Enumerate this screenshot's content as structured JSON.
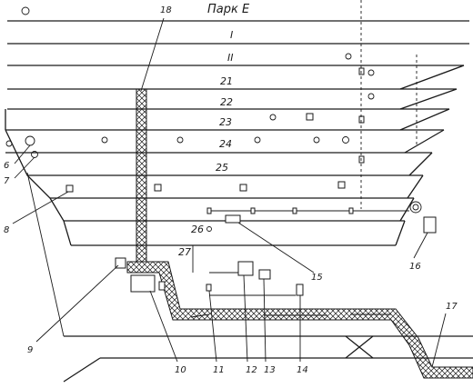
{
  "park_title": "Парк Е",
  "tracks": [
    "I",
    "II",
    "21",
    "22",
    "23",
    "24",
    "25",
    "26",
    "27"
  ],
  "callouts": [
    "6",
    "7",
    "8",
    "9",
    "10",
    "11",
    "12",
    "13",
    "14",
    "15",
    "16",
    "17",
    "18"
  ]
}
